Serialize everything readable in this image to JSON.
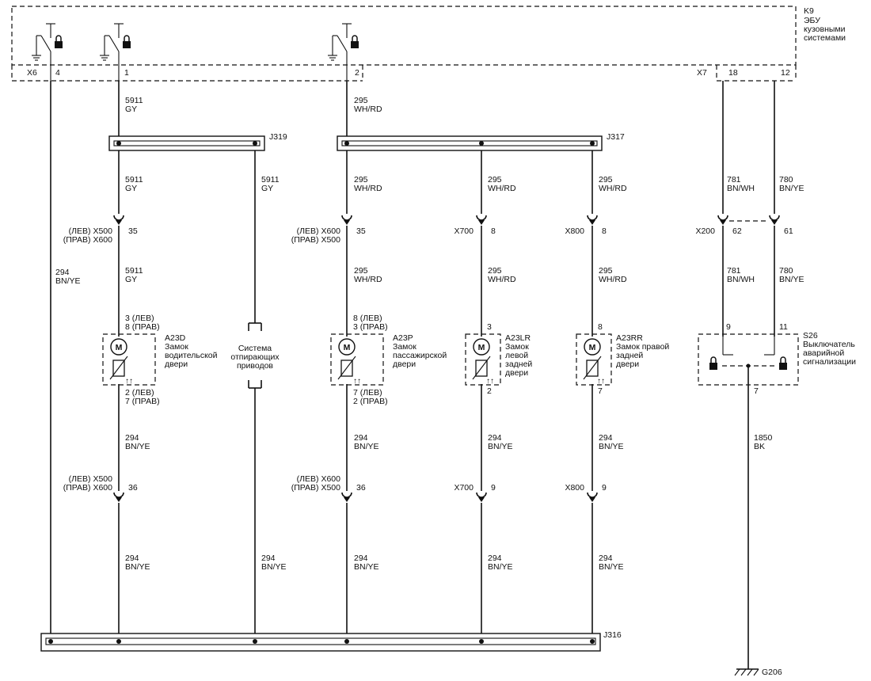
{
  "module": {
    "code": "K9",
    "lines": [
      "ЭБУ",
      "кузовными",
      "системами"
    ]
  },
  "ecu_connectors": {
    "x6_label": "X6",
    "x7_label": "X7",
    "pins": [
      "4",
      "1",
      "2",
      "18",
      "12"
    ]
  },
  "splices": {
    "j319": "J319",
    "j317": "J317",
    "j316": "J316"
  },
  "ground": {
    "label": "G206"
  },
  "wires": [
    {
      "id": "w294a",
      "num": "294",
      "color": "BN/YE"
    },
    {
      "id": "w5911a",
      "num": "5911",
      "color": "GY"
    },
    {
      "id": "w295a",
      "num": "295",
      "color": "WH/RD"
    },
    {
      "id": "w5911b",
      "num": "5911",
      "color": "GY"
    },
    {
      "id": "w5911c",
      "num": "5911",
      "color": "GY"
    },
    {
      "id": "w295b",
      "num": "295",
      "color": "WH/RD"
    },
    {
      "id": "w295c",
      "num": "295",
      "color": "WH/RD"
    },
    {
      "id": "w295d",
      "num": "295",
      "color": "WH/RD"
    },
    {
      "id": "w781a",
      "num": "781",
      "color": "BN/WH"
    },
    {
      "id": "w780a",
      "num": "780",
      "color": "BN/YE"
    },
    {
      "id": "w5911d",
      "num": "5911",
      "color": "GY"
    },
    {
      "id": "w295e",
      "num": "295",
      "color": "WH/RD"
    },
    {
      "id": "w295f",
      "num": "295",
      "color": "WH/RD"
    },
    {
      "id": "w295g",
      "num": "295",
      "color": "WH/RD"
    },
    {
      "id": "w781b",
      "num": "781",
      "color": "BN/WH"
    },
    {
      "id": "w780b",
      "num": "780",
      "color": "BN/YE"
    },
    {
      "id": "w294b",
      "num": "294",
      "color": "BN/YE"
    },
    {
      "id": "w294c",
      "num": "294",
      "color": "BN/YE"
    },
    {
      "id": "w294d",
      "num": "294",
      "color": "BN/YE"
    },
    {
      "id": "w294e",
      "num": "294",
      "color": "BN/YE"
    },
    {
      "id": "w1850",
      "num": "1850",
      "color": "BK"
    },
    {
      "id": "w294f",
      "num": "294",
      "color": "BN/YE"
    },
    {
      "id": "w294g",
      "num": "294",
      "color": "BN/YE"
    },
    {
      "id": "w294h",
      "num": "294",
      "color": "BN/YE"
    },
    {
      "id": "w294i",
      "num": "294",
      "color": "BN/YE"
    },
    {
      "id": "w294j",
      "num": "294",
      "color": "BN/YE"
    }
  ],
  "inline_connectors": [
    {
      "l1": "(ЛЕВ) X500",
      "l2": "(ПРАВ) X600",
      "pin": "35"
    },
    {
      "l1": "(ЛЕВ) X600",
      "l2": "(ПРАВ) X500",
      "pin": "35"
    },
    {
      "l1": "X700",
      "l2": "",
      "pin": "8"
    },
    {
      "l1": "X800",
      "l2": "",
      "pin": "8"
    },
    {
      "l1": "X200",
      "l2": "",
      "pin": "62"
    },
    {
      "l1": "",
      "l2": "",
      "pin": "61"
    },
    {
      "l1": "(ЛЕВ) X500",
      "l2": "(ПРАВ) X600",
      "pin": "36"
    },
    {
      "l1": "(ЛЕВ) X600",
      "l2": "(ПРАВ) X500",
      "pin": "36"
    },
    {
      "l1": "X700",
      "l2": "",
      "pin": "9"
    },
    {
      "l1": "X800",
      "l2": "",
      "pin": "9"
    }
  ],
  "actuators": [
    {
      "code": "A23D",
      "lines": [
        "Замок",
        "водительской",
        "двери"
      ],
      "top_pins": [
        "3 (ЛЕВ)",
        "8 (ПРАВ)"
      ],
      "bottom_pins": [
        "2 (ЛЕВ)",
        "7 (ПРАВ)"
      ]
    },
    {
      "code": "A23P",
      "lines": [
        "Замок",
        "пассажирской",
        "двери"
      ],
      "top_pins": [
        "8 (ЛЕВ)",
        "3 (ПРАВ)"
      ],
      "bottom_pins": [
        "7 (ЛЕВ)",
        "2 (ПРАВ)"
      ]
    },
    {
      "code": "A23LR",
      "lines": [
        "Замок",
        "левой",
        "задней",
        "двери"
      ],
      "top_pins": [
        "3"
      ],
      "bottom_pins": [
        "2"
      ]
    },
    {
      "code": "A23RR",
      "lines": [
        "Замок правой",
        "задней",
        "двери"
      ],
      "top_pins": [
        "8"
      ],
      "bottom_pins": [
        "7"
      ]
    }
  ],
  "unlock_system": {
    "lines": [
      "Система",
      "отпирающих",
      "приводов"
    ]
  },
  "hazard_switch": {
    "code": "S26",
    "lines": [
      "Выключатель",
      "аварийной",
      "сигнализации"
    ],
    "pins": [
      "9",
      "11",
      "7"
    ]
  },
  "motor_symbol": "M"
}
